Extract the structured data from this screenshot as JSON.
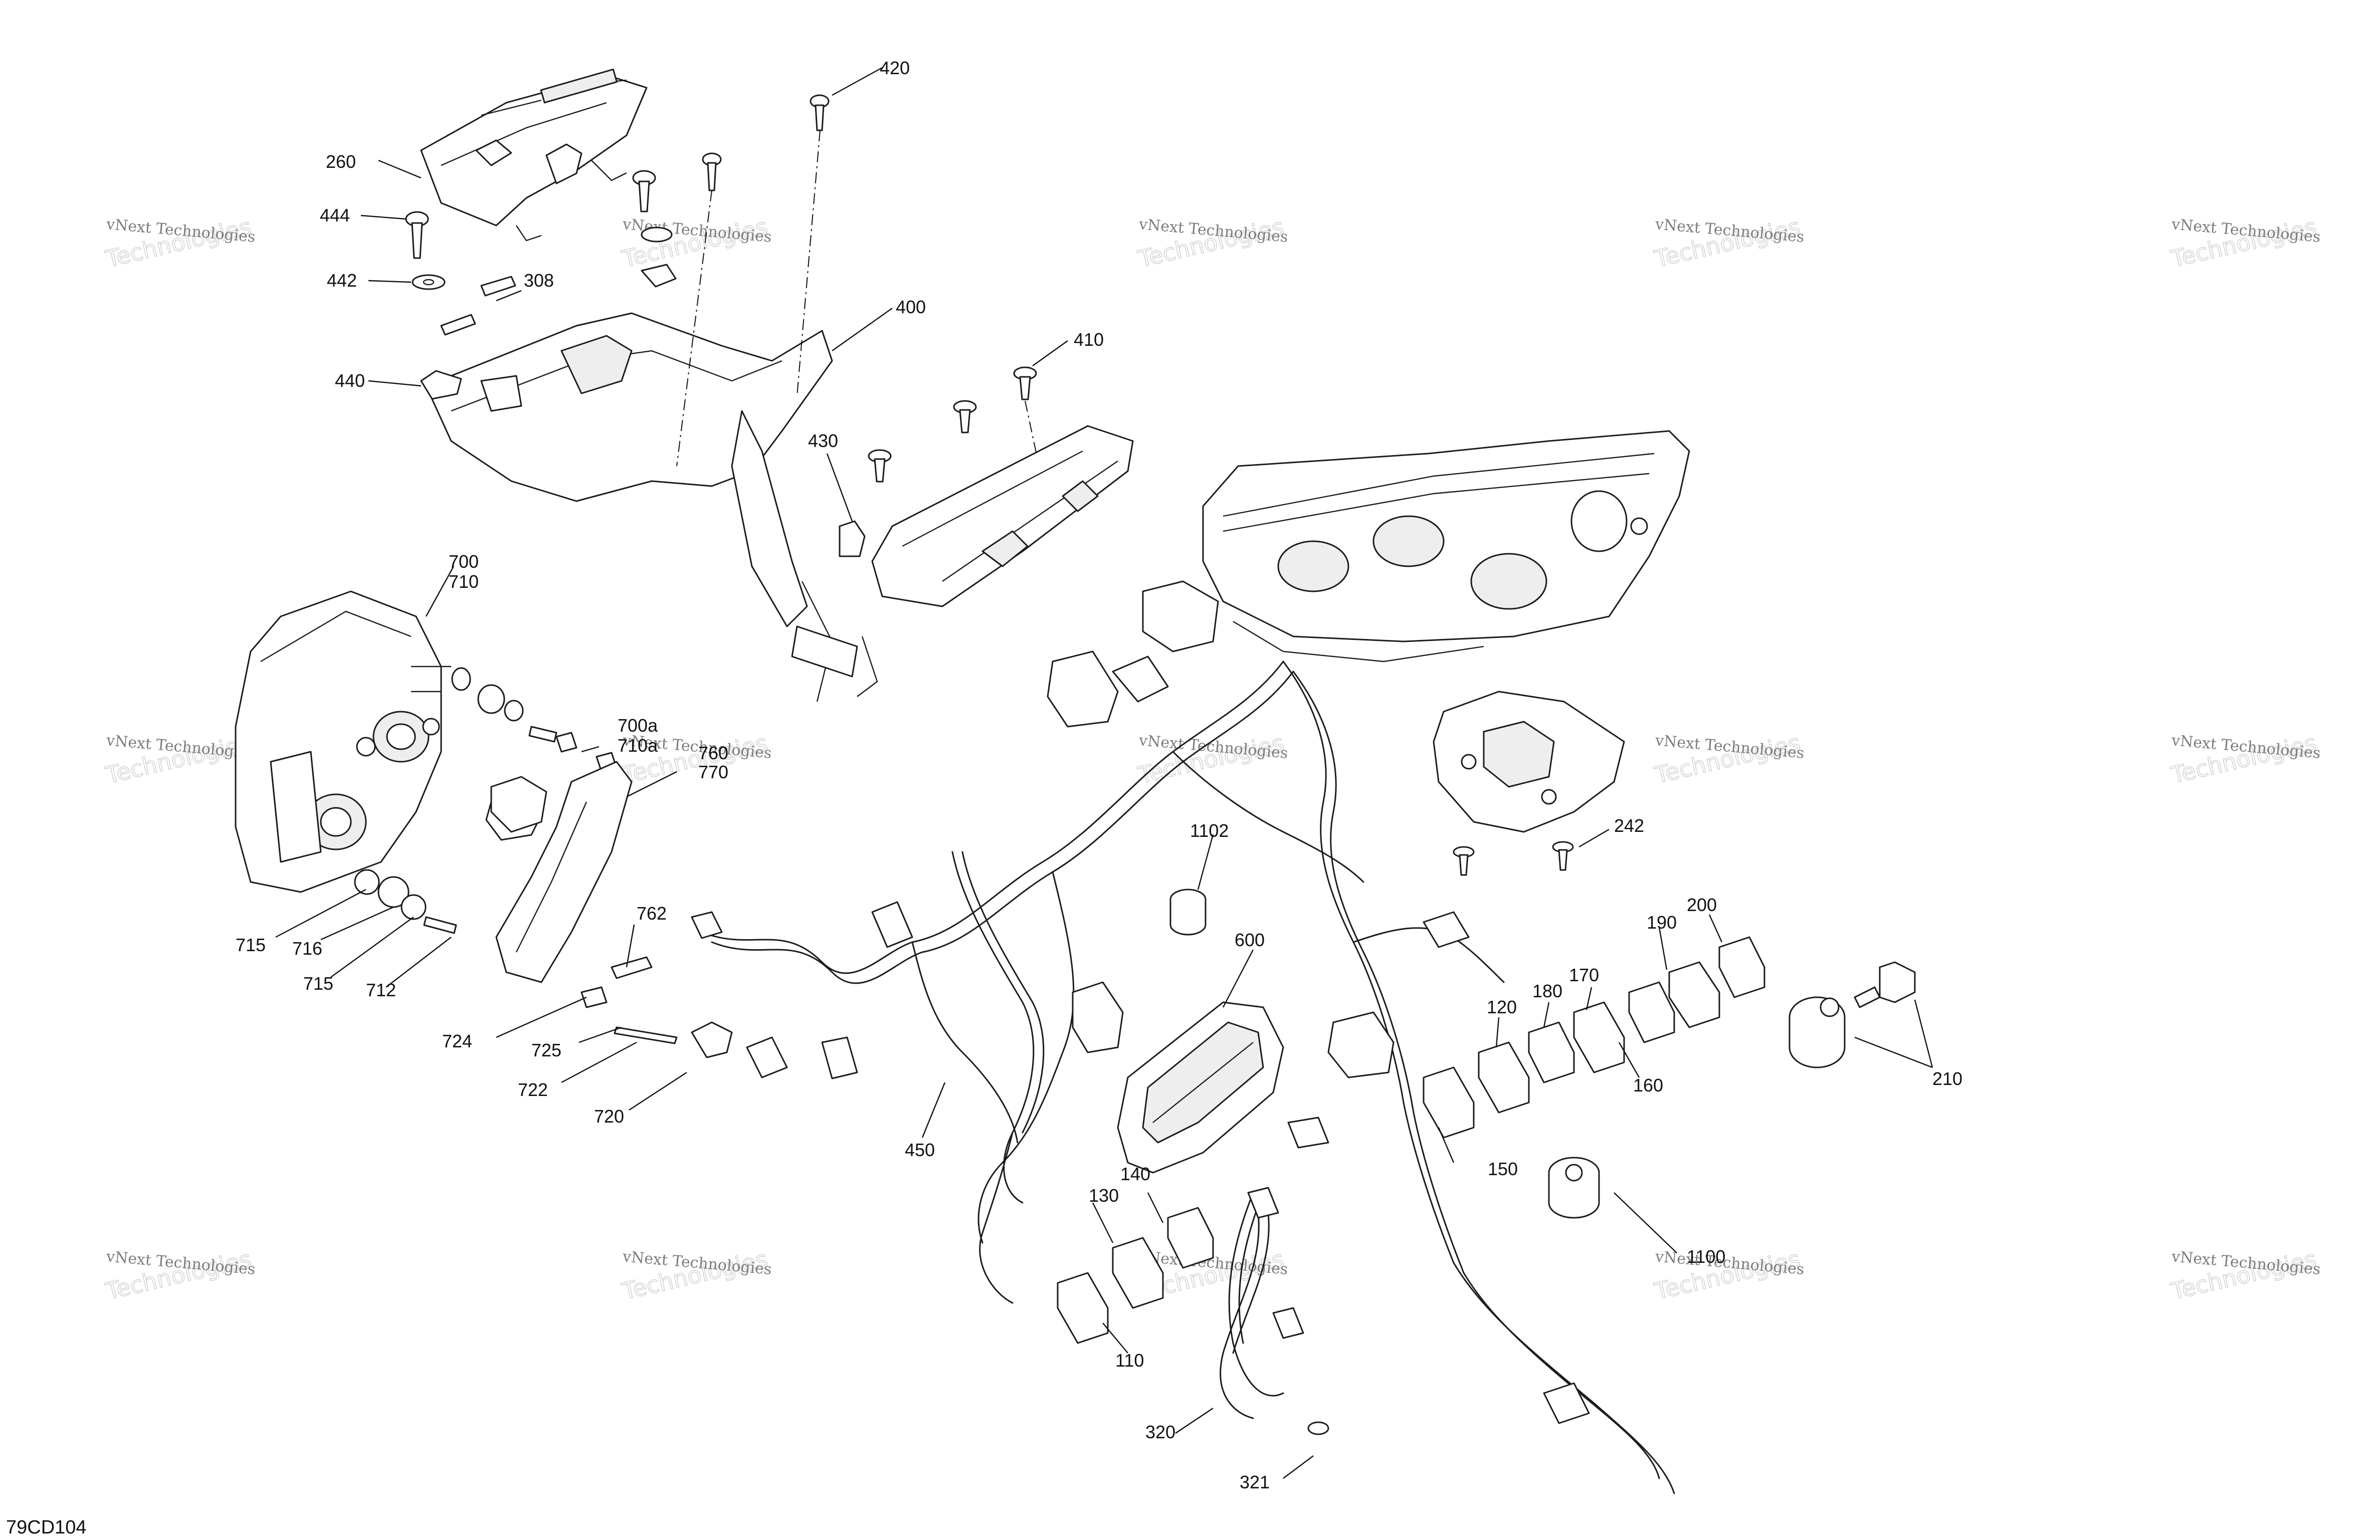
{
  "diagram_ref": "79CD104",
  "watermark": {
    "line1": "vNext Technologies",
    "line2": "Technologies",
    "count": 15
  },
  "callouts": [
    {
      "label": "420"
    },
    {
      "label": "260"
    },
    {
      "label": "444"
    },
    {
      "label": "442"
    },
    {
      "label": "308"
    },
    {
      "label": "400"
    },
    {
      "label": "410"
    },
    {
      "label": "440"
    },
    {
      "label": "430"
    },
    {
      "label": "700"
    },
    {
      "label": "710"
    },
    {
      "label": "700a"
    },
    {
      "label": "710a"
    },
    {
      "label": "760"
    },
    {
      "label": "770"
    },
    {
      "label": "242"
    },
    {
      "label": "1102"
    },
    {
      "label": "762"
    },
    {
      "label": "715"
    },
    {
      "label": "716"
    },
    {
      "label": "715"
    },
    {
      "label": "712"
    },
    {
      "label": "600"
    },
    {
      "label": "190"
    },
    {
      "label": "200"
    },
    {
      "label": "170"
    },
    {
      "label": "180"
    },
    {
      "label": "120"
    },
    {
      "label": "160"
    },
    {
      "label": "210"
    },
    {
      "label": "724"
    },
    {
      "label": "725"
    },
    {
      "label": "722"
    },
    {
      "label": "720"
    },
    {
      "label": "450"
    },
    {
      "label": "150"
    },
    {
      "label": "140"
    },
    {
      "label": "130"
    },
    {
      "label": "1100"
    },
    {
      "label": "110"
    },
    {
      "label": "320"
    },
    {
      "label": "321"
    }
  ]
}
